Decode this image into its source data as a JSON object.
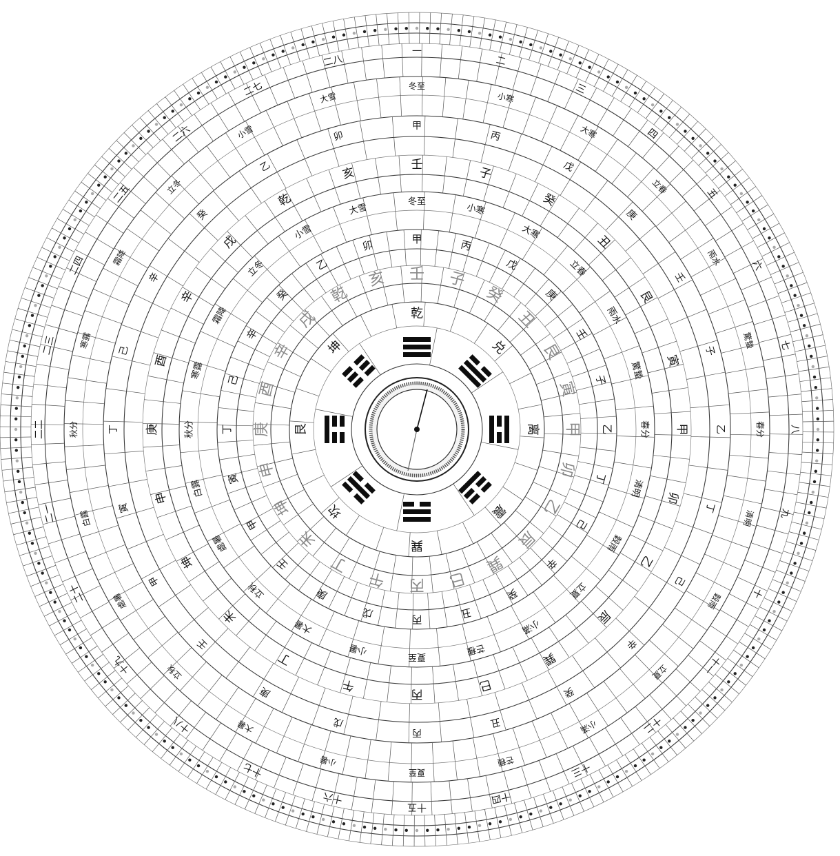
{
  "compass": {
    "trigram_ring": [
      "乾",
      "兑",
      "离",
      "震",
      "巽",
      "坎",
      "艮",
      "坤"
    ],
    "mountain_ring": [
      "壬",
      "子",
      "癸",
      "丑",
      "艮",
      "寅",
      "甲",
      "卯",
      "乙",
      "辰",
      "巽",
      "巳",
      "丙",
      "午",
      "丁",
      "未",
      "坤",
      "申",
      "庚",
      "酉",
      "辛",
      "戌",
      "乾",
      "亥"
    ],
    "stem_branch_ring": [
      "甲",
      "丙",
      "戊",
      "庚",
      "壬",
      "子",
      "乙",
      "丁",
      "己",
      "辛",
      "癸",
      "丑",
      "丙",
      "戊",
      "庚",
      "壬",
      "甲",
      "寅",
      "丁",
      "己",
      "辛",
      "癸",
      "乙",
      "卯"
    ],
    "solar_terms_ring": [
      "冬至",
      "小寒",
      "大寒",
      "立春",
      "雨水",
      "驚蟄",
      "春分",
      "清明",
      "穀雨",
      "立夏",
      "小滿",
      "芒種",
      "夏至",
      "小暑",
      "大暑",
      "立秋",
      "處暑",
      "白露",
      "秋分",
      "寒露",
      "霜降",
      "立冬",
      "小雪",
      "大雪"
    ],
    "outer_ring": [
      "一",
      "二",
      "三",
      "四",
      "五",
      "六",
      "七",
      "八",
      "九",
      "十",
      "十一",
      "十二",
      "十三",
      "十四",
      "十五",
      "十六",
      "十七",
      "十八",
      "十九",
      "二十",
      "二一",
      "二二",
      "二三",
      "二四",
      "二五",
      "二六",
      "二七",
      "二八"
    ],
    "colors": {
      "ink": "#1a1a1a",
      "faded": "#8a8a8a",
      "paper": "#ffffff"
    }
  }
}
